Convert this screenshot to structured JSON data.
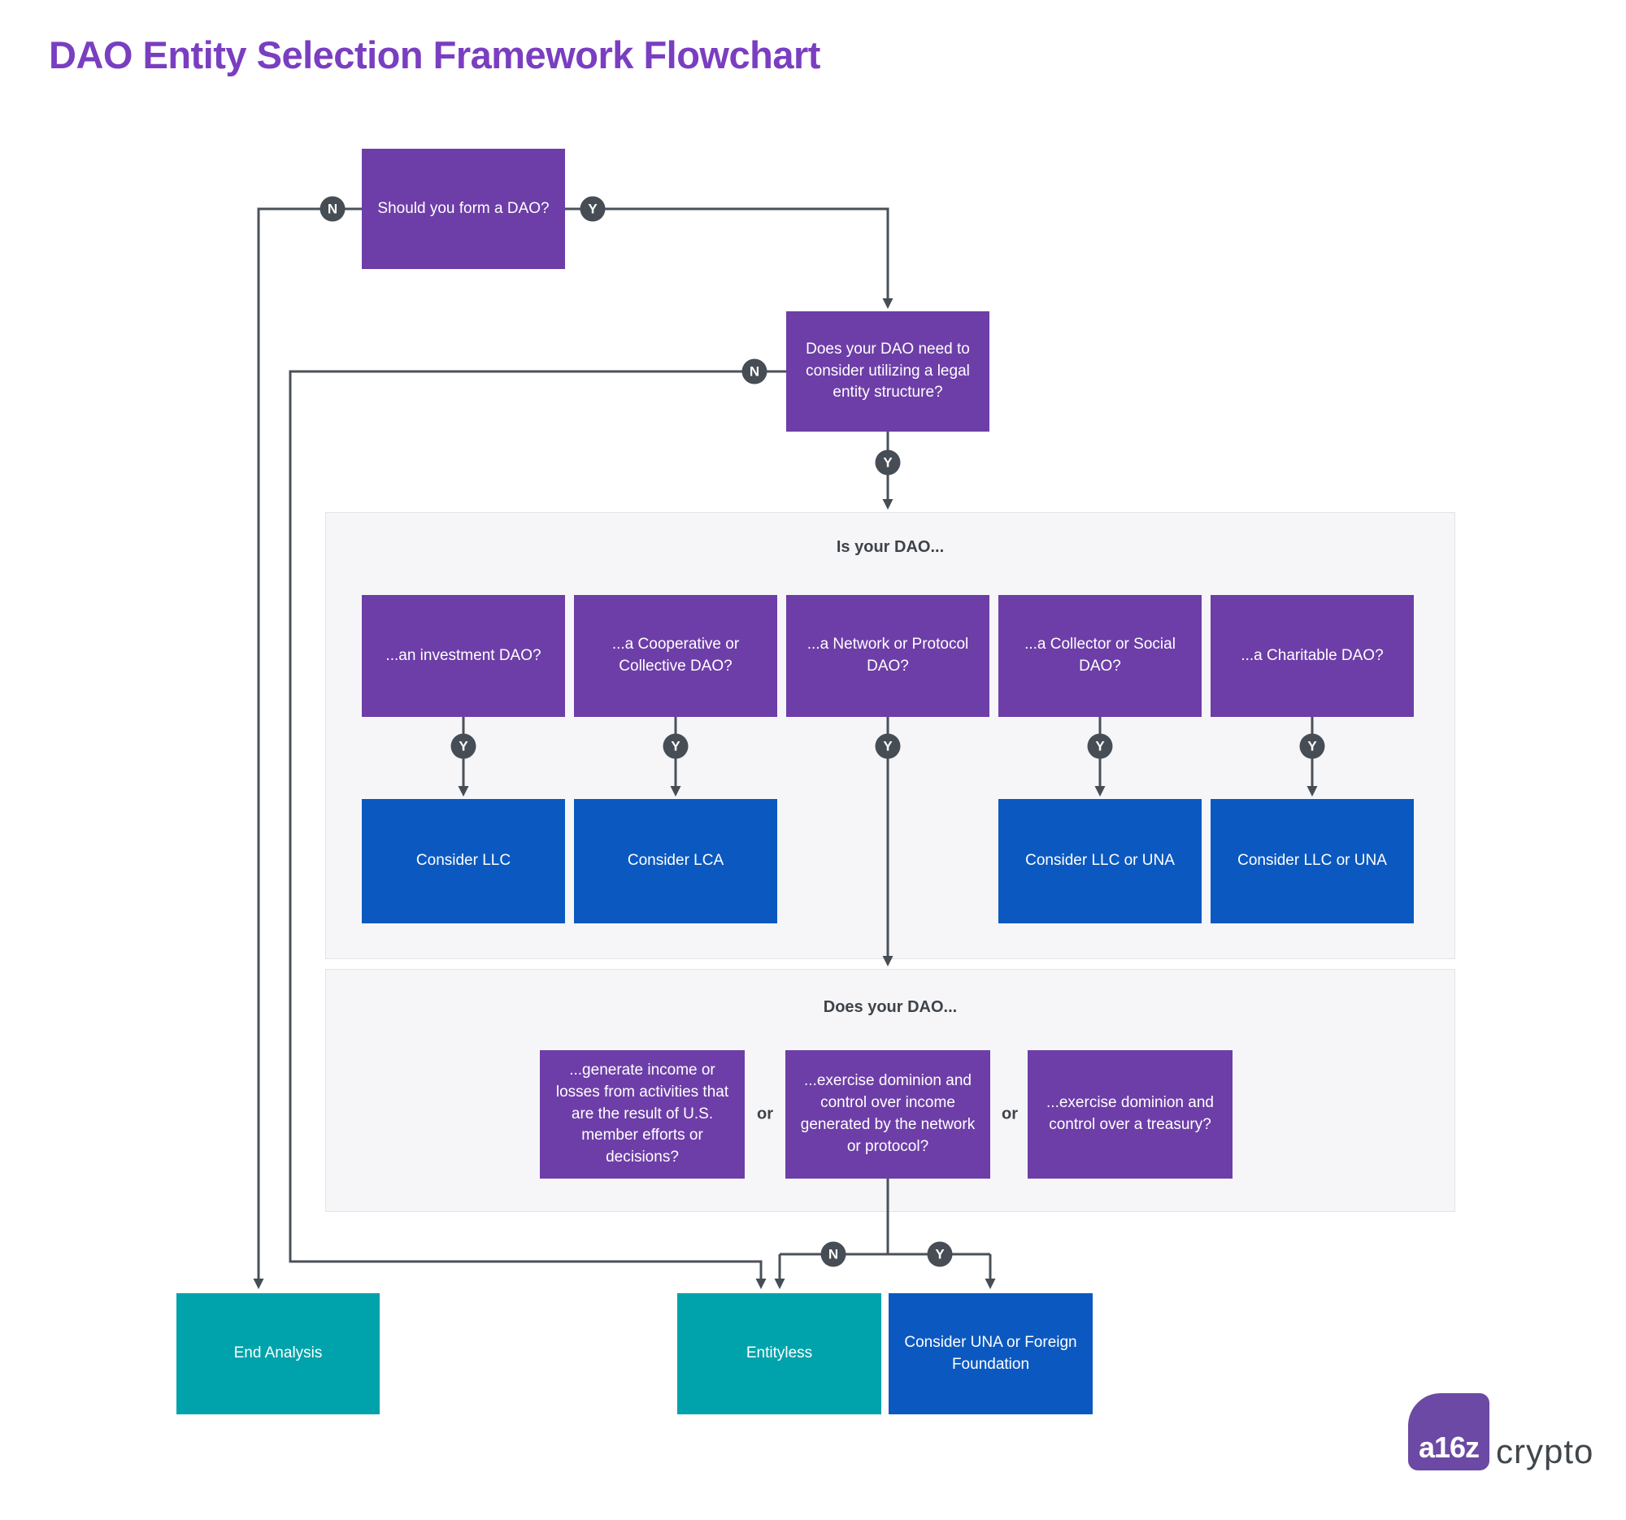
{
  "title": "DAO Entity Selection Framework Flowchart",
  "connectors": {
    "yes": "Y",
    "no": "N",
    "or": "or"
  },
  "colors": {
    "title_purple": "#7a3ec1",
    "node_purple": "#6d3ea7",
    "node_blue": "#0b59c0",
    "node_teal": "#00a3ab",
    "badge_gray": "#474d54",
    "line_gray": "#4b5158",
    "panel_gray": "#f6f6f8"
  },
  "flow": {
    "start": {
      "label": "Should you form a DAO?"
    },
    "legal_entity": {
      "label": "Does your DAO need to consider utilizing a legal entity structure?"
    },
    "section_dao_type": {
      "header": "Is your DAO...",
      "questions": [
        {
          "label": "...an investment DAO?"
        },
        {
          "label": "...a Cooperative or Collective DAO?"
        },
        {
          "label": "...a Network or Protocol DAO?"
        },
        {
          "label": "...a Collector or Social DAO?"
        },
        {
          "label": "...a Charitable DAO?"
        }
      ],
      "results": [
        {
          "label": "Consider LLC"
        },
        {
          "label": "Consider LCA"
        },
        {
          "label": "Consider LLC or UNA"
        },
        {
          "label": "Consider LLC or UNA"
        }
      ]
    },
    "section_dao_activity": {
      "header": "Does your DAO...",
      "questions": [
        {
          "label": "...generate income or losses from activities that are the result of U.S. member efforts or decisions?"
        },
        {
          "label": "...exercise dominion and control over income generated by the network or protocol?"
        },
        {
          "label": "...exercise dominion and control over a treasury?"
        }
      ]
    },
    "outcomes": {
      "end_analysis": {
        "label": "End Analysis"
      },
      "entityless": {
        "label": "Entityless"
      },
      "una_foundation": {
        "label": "Consider UNA or Foreign Foundation"
      }
    }
  },
  "logo": {
    "mark": "a16z",
    "wordmark": "crypto"
  }
}
